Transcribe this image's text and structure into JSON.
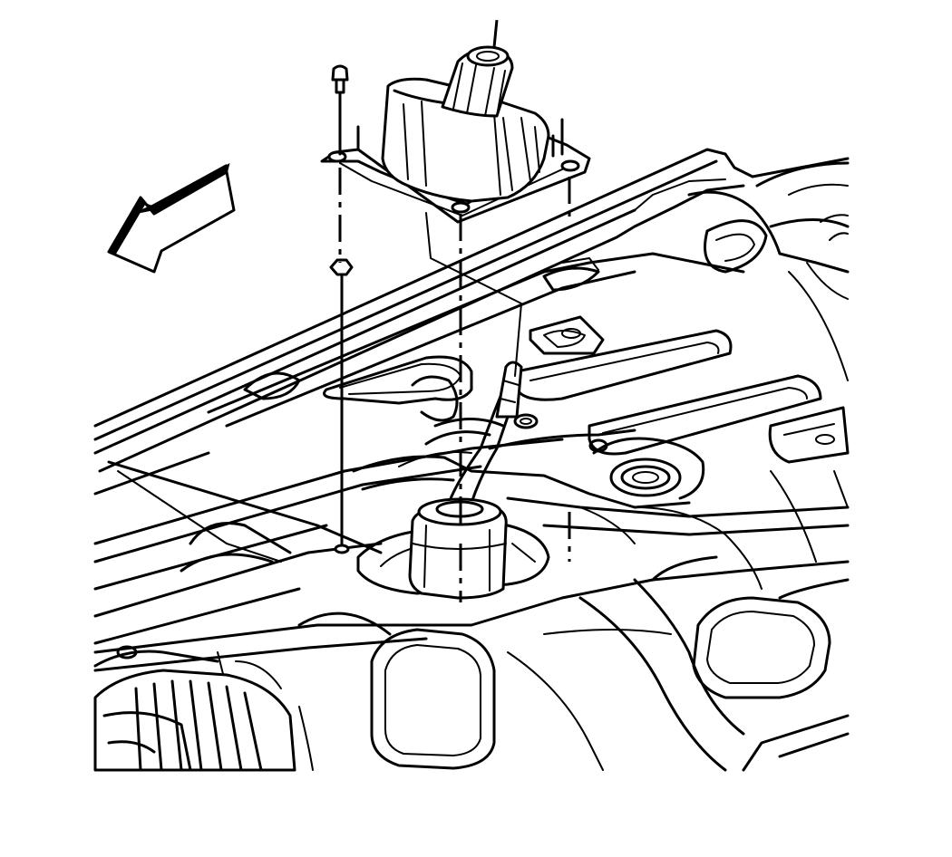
{
  "diagram": {
    "style": "black line-art technical illustration",
    "colors": {
      "ink": "#000000",
      "paper": "#ffffff"
    },
    "parts": [
      "floor-panel",
      "shift-boot",
      "boot-mounting-plate",
      "mounting-bolt",
      "mounting-nut",
      "shift-lever",
      "transmission-housing",
      "direction-arrow"
    ],
    "arrow_direction": "front-of-vehicle"
  }
}
